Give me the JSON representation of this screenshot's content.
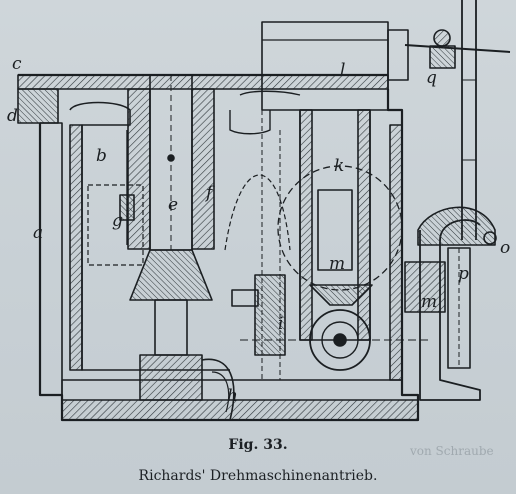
{
  "figure": {
    "number_label": "Fig. 33.",
    "caption": "Richards' Drehmaschinenantrieb.",
    "ghost_text": "von Schraube",
    "labels": {
      "a_left": "a",
      "b": "b",
      "c": "c",
      "d": "d",
      "e": "e",
      "f": "f",
      "g": "g",
      "h": "h",
      "i": "i",
      "k": "k",
      "l": "l",
      "m_mid": "m",
      "m_right": "m",
      "o": "o",
      "p": "p",
      "q": "q"
    }
  },
  "colors": {
    "ink": "#1b1f22",
    "paper": "#c9d1d6",
    "hatch": "#3a4246"
  }
}
